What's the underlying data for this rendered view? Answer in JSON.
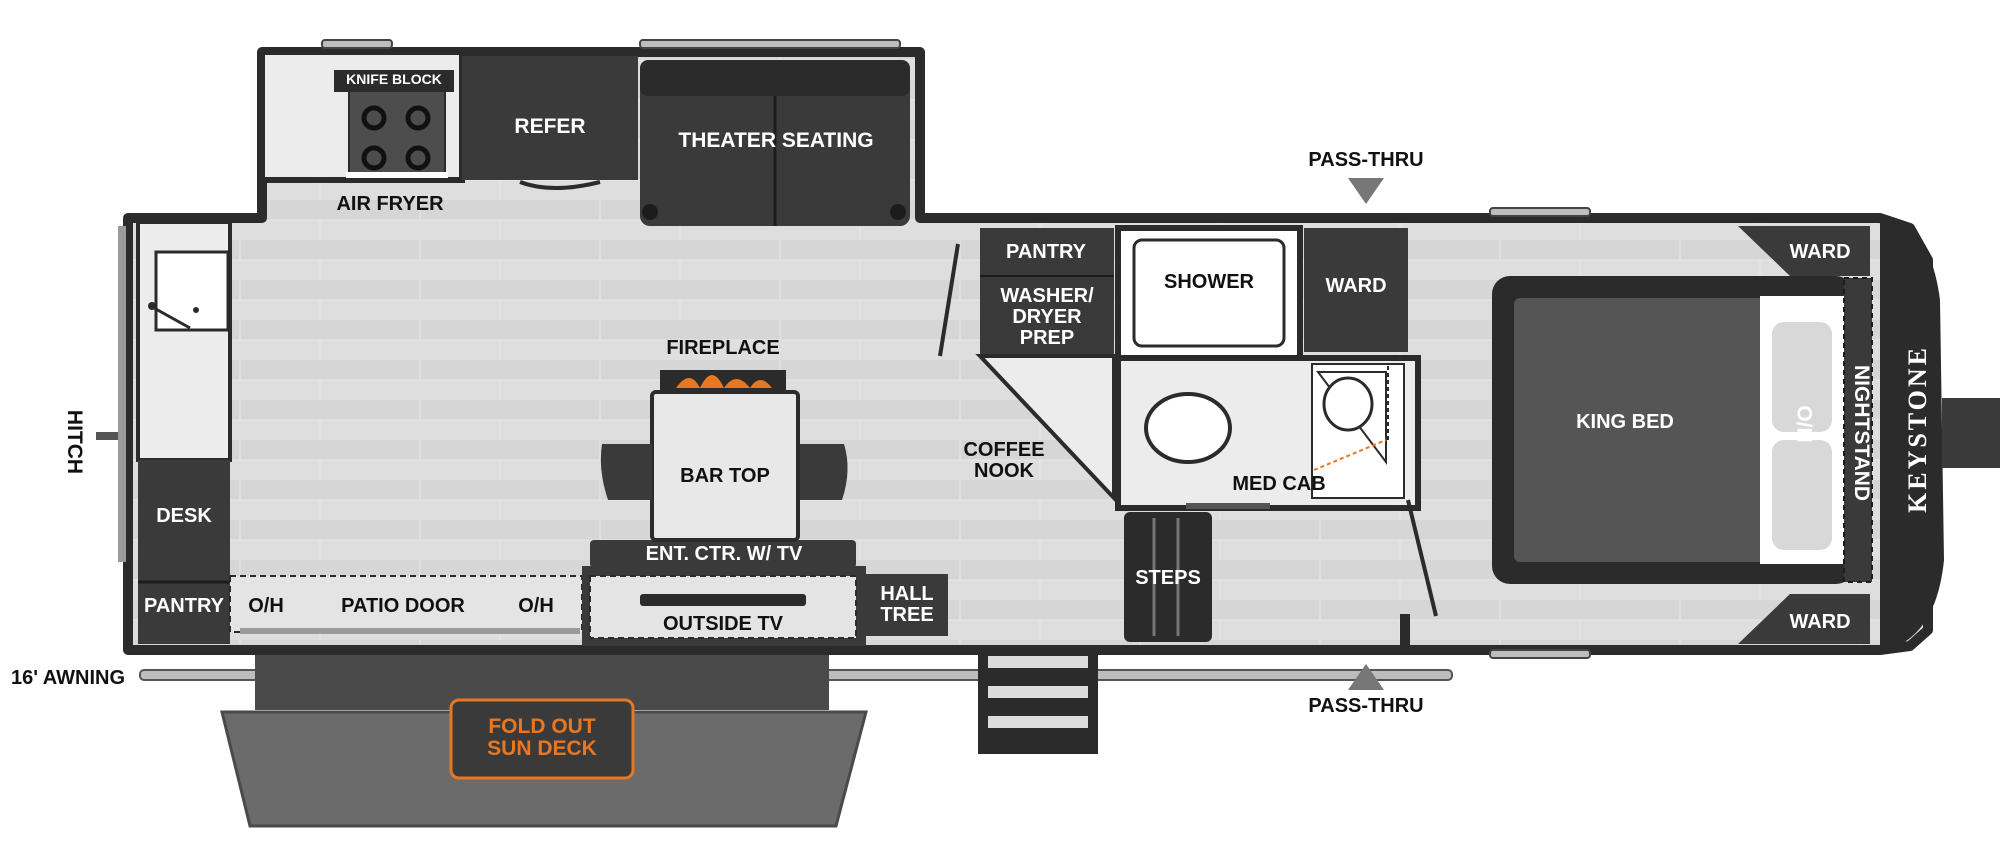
{
  "floorplan": {
    "colors": {
      "wall": "#2b2b2b",
      "floor": "#dcdcdc",
      "furniture_dark": "#3a3a3a",
      "accent_orange": "#e87722"
    },
    "labels": {
      "knife_block": "KNIFE BLOCK",
      "refer": "REFER",
      "theater_seating": "THEATER SEATING",
      "air_fryer": "AIR FRYER",
      "pass_thru_top": "PASS-THRU",
      "pass_thru_bottom": "PASS-THRU",
      "pantry_top": "PANTRY",
      "washer_dryer_prep": "WASHER/\nDRYER\nPREP",
      "shower": "SHOWER",
      "ward_mid": "WARD",
      "ward_top_right": "WARD",
      "ward_bottom_right": "WARD",
      "king_bed": "KING BED",
      "ho": "H/O",
      "nightstand": "NIGHTSTAND",
      "brand": "KEYSTONE",
      "hitch": "HITCH",
      "fireplace": "FIREPLACE",
      "bar_top": "BAR TOP",
      "coffee_nook": "COFFEE\nNOOK",
      "med_cab": "MED CAB",
      "desk": "DESK",
      "pantry_bottom": "PANTRY",
      "oh_left": "O/H",
      "patio_door": "PATIO DOOR",
      "oh_right": "O/H",
      "ent_ctr": "ENT. CTR. W/ TV",
      "outside_tv": "OUTSIDE TV",
      "hall_tree": "HALL\nTREE",
      "steps": "STEPS",
      "awning": "16' AWNING",
      "fold_out_sun_deck": "FOLD OUT\nSUN DECK"
    }
  }
}
